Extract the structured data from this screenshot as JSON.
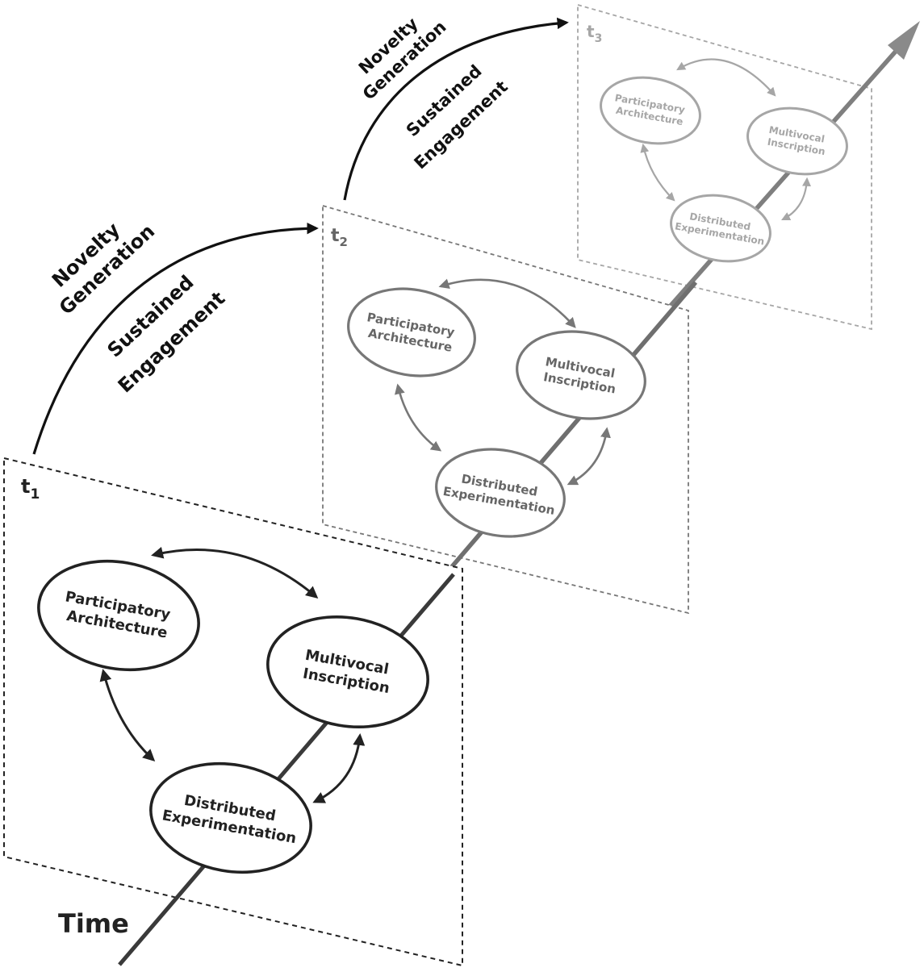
{
  "axis": {
    "label": "Time"
  },
  "arcs": [
    {
      "line1": "Novelty",
      "line2": "Generation",
      "line3": "Sustained",
      "line4": "Engagement"
    },
    {
      "line1": "Novelty",
      "line2": "Generation",
      "line3": "Sustained",
      "line4": "Engagement"
    }
  ],
  "frames": [
    {
      "label": "t",
      "subscript": "1",
      "color": "#222222",
      "arrow_color": "#222222",
      "participatory": [
        "Participatory",
        "Architecture"
      ],
      "multivocal": [
        "Multivocal",
        "Inscription"
      ],
      "distributed": [
        "Distributed",
        "Experimentation"
      ]
    },
    {
      "label": "t",
      "subscript": "2",
      "color": "#666666",
      "arrow_color": "#777777",
      "participatory": [
        "Participatory",
        "Architecture"
      ],
      "multivocal": [
        "Multivocal",
        "Inscription"
      ],
      "distributed": [
        "Distributed",
        "Experimentation"
      ]
    },
    {
      "label": "t",
      "subscript": "3",
      "color": "#a6a6a6",
      "arrow_color": "#a6a6a6",
      "participatory": [
        "Participatory",
        "Architecture"
      ],
      "multivocal": [
        "Multivocal",
        "Inscription"
      ],
      "distributed": [
        "Distributed",
        "Experimentation"
      ]
    }
  ]
}
